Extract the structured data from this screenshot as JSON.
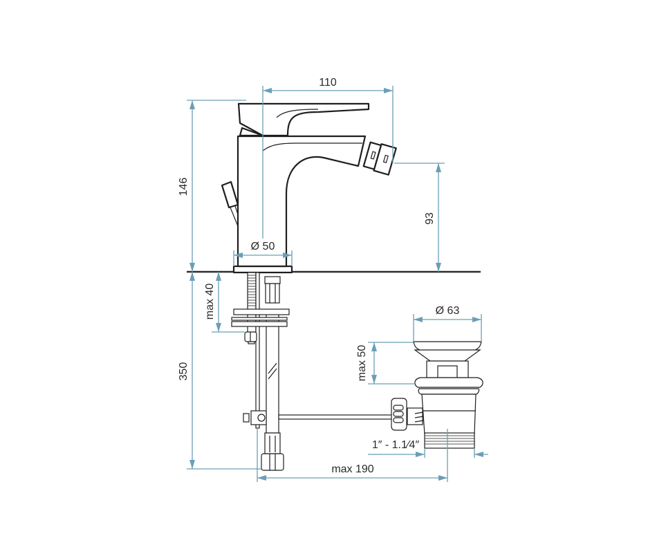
{
  "diagram": {
    "title": "Bidet mixer technical drawing",
    "units": "mm",
    "colors": {
      "dimension_lines": "#6a9fb5",
      "outlines": "#1e1e1e",
      "background": "#ffffff"
    },
    "dimensions": {
      "spout_reach": "110",
      "total_height": "146",
      "outlet_height": "93",
      "base_diameter": "Ø 50",
      "max_deck_thickness": "max 40",
      "hose_length": "350",
      "waste_diameter": "Ø 63",
      "waste_max_height": "max 50",
      "waste_thread": "1″ - 1.1⁄4″",
      "rod_max_length": "max 190"
    },
    "components": [
      "mixer-body",
      "lever-handle",
      "swivel-aerator-outlet",
      "pop-up-knob",
      "threaded-stud",
      "flexible-hoses",
      "fixing-washers-and-nut",
      "pop-up-rod",
      "pop-up-waste"
    ]
  }
}
